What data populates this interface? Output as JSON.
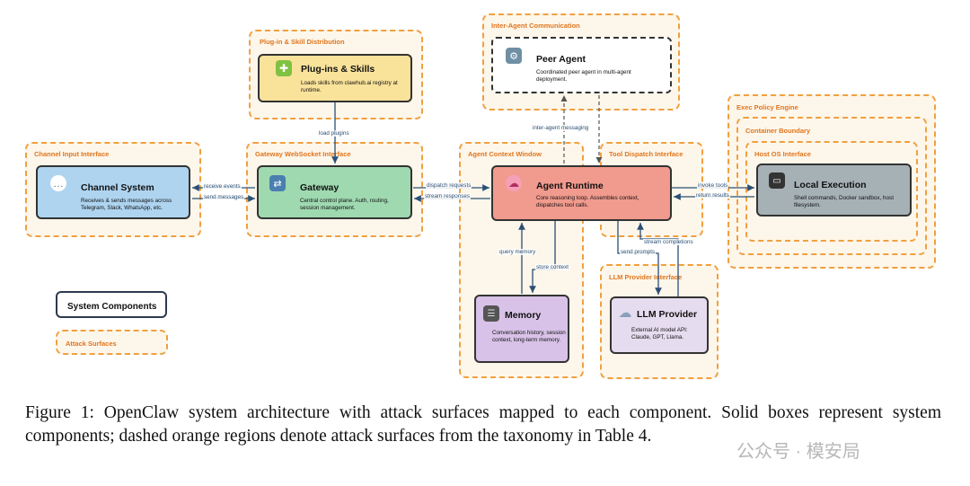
{
  "surfaces": {
    "plugin_distribution": "Plug-in & Skill Distribution",
    "inter_agent": "Inter-Agent Communication",
    "exec_policy": "Exec Policy Engine",
    "container": "Container Boundary",
    "host_os": "Host OS Interface",
    "channel_input": "Channel Input Interface",
    "gateway_ws": "Gateway WebSocket Interface",
    "agent_context": "Agent Context Window",
    "tool_dispatch": "Tool Dispatch Interface",
    "llm_provider_iface": "LLM Provider Interface"
  },
  "components": {
    "plugins": {
      "title": "Plug-ins & Skills",
      "desc": "Loads skills from clawhub.ai registry at runtime.",
      "icon": "puzzle-icon"
    },
    "peer": {
      "title": "Peer Agent",
      "desc": "Coordinated peer agent in multi-agent deployment.",
      "icon": "robot-icon"
    },
    "channel": {
      "title": "Channel System",
      "desc": "Receives & sends messages across Telegram, Slack, WhatsApp, etc.",
      "icon": "chat-bubble-icon"
    },
    "gateway": {
      "title": "Gateway",
      "desc": "Central control plane. Auth, routing, session management.",
      "icon": "shuffle-icon"
    },
    "runtime": {
      "title": "Agent Runtime",
      "desc": "Core reasoning loop. Assembles context, dispatches tool calls.",
      "icon": "brain-icon"
    },
    "local": {
      "title": "Local Execution",
      "desc": "Shell commands, Docker sandbox, host filesystem.",
      "icon": "computer-icon"
    },
    "memory": {
      "title": "Memory",
      "desc": "Conversation history, session context, long-term memory.",
      "icon": "file-cabinet-icon"
    },
    "llm": {
      "title": "LLM Provider",
      "desc": "External AI model API: Claude, GPT, Llama.",
      "icon": "cloud-icon"
    }
  },
  "edges": {
    "load_plugins": "load plugins",
    "inter_agent_messaging": "inter-agent messaging",
    "receive_events": "receive events",
    "send_messages": "send messages",
    "dispatch_requests": "dispatch requests",
    "stream_responses": "stream responses",
    "invoke_tools": "invoke tools",
    "return_results": "return results",
    "query_memory": "query memory",
    "store_context": "store context",
    "send_prompts": "send prompts",
    "stream_completions": "stream completions"
  },
  "legend": {
    "components": "System Components",
    "attack_surfaces": "Attack Surfaces"
  },
  "caption": "Figure 1: OpenClaw system architecture with attack surfaces mapped to each component. Solid boxes represent system components; dashed orange regions denote attack surfaces from the taxonomy in Table 4.",
  "watermark": "公众号 · 模安局",
  "colors": {
    "surface_border": "#f0a040",
    "surface_label": "#e0761e",
    "edge": "#2b4f74",
    "plugins": "#f9e29a",
    "peer": "#ffffff",
    "channel": "#aed4f0",
    "gateway": "#9fd9b0",
    "runtime": "#f19a8e",
    "local": "#a6b1b6",
    "memory": "#d8c2e8",
    "llm": "#e6dcef"
  }
}
